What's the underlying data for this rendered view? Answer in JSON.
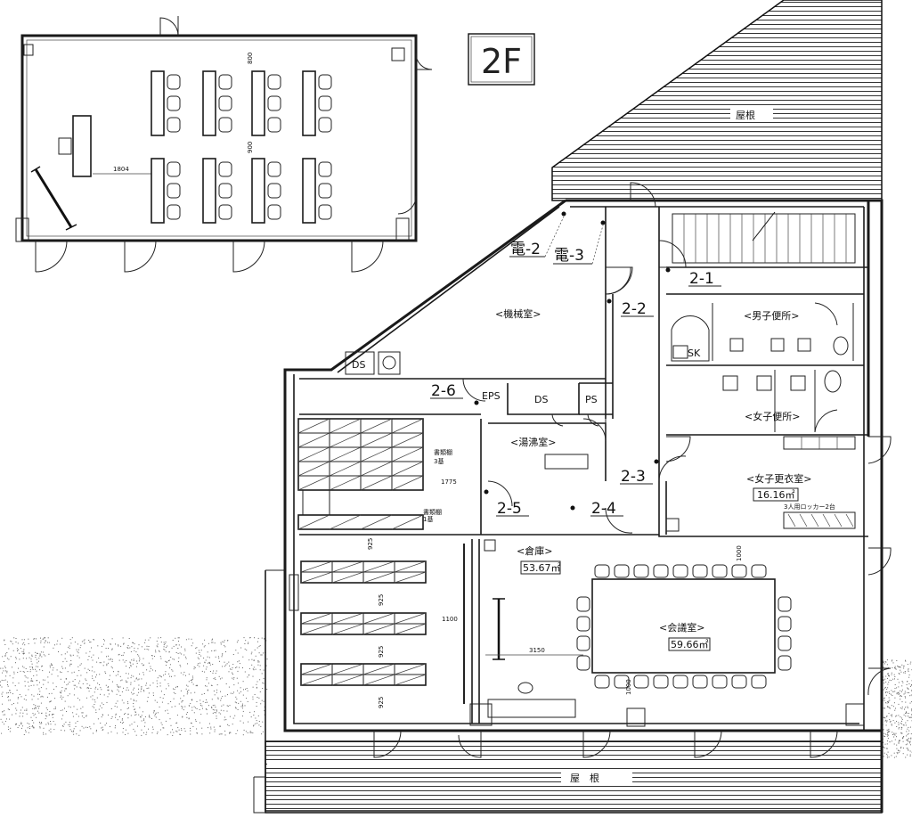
{
  "floor_label": "2F",
  "rooms": {
    "machine_room": "<機械室>",
    "mens_toilet": "<男子便所>",
    "womens_toilet": "<女子便所>",
    "hot_water_room": "<湯沸室>",
    "womens_changing": "<女子更衣室>",
    "womens_changing_area": "16.16㎡",
    "storage": "<倉庫>",
    "storage_area": "53.67㎡",
    "meeting_room": "<会議室>",
    "meeting_room_area": "59.66㎡",
    "roof_top": "屋根",
    "roof_bottom": "屋　根"
  },
  "tags": {
    "ds_left": "DS",
    "ds_mid": "DS",
    "ps": "PS",
    "eps": "EPS",
    "sk": "SK"
  },
  "points": {
    "p21": "2-1",
    "p22": "2-2",
    "p23": "2-3",
    "p24": "2-4",
    "p25": "2-5",
    "p26": "2-6",
    "e2": "電-2",
    "e3": "電-3"
  },
  "dims": {
    "d1775": "1775",
    "d925a": "925",
    "d925b": "925",
    "d925c": "925",
    "d925d": "925",
    "d1100": "1100",
    "d3150": "3150",
    "d1000": "1000",
    "d1804": "1804",
    "d900": "900",
    "d800": "800",
    "d1000b": "1000"
  }
}
